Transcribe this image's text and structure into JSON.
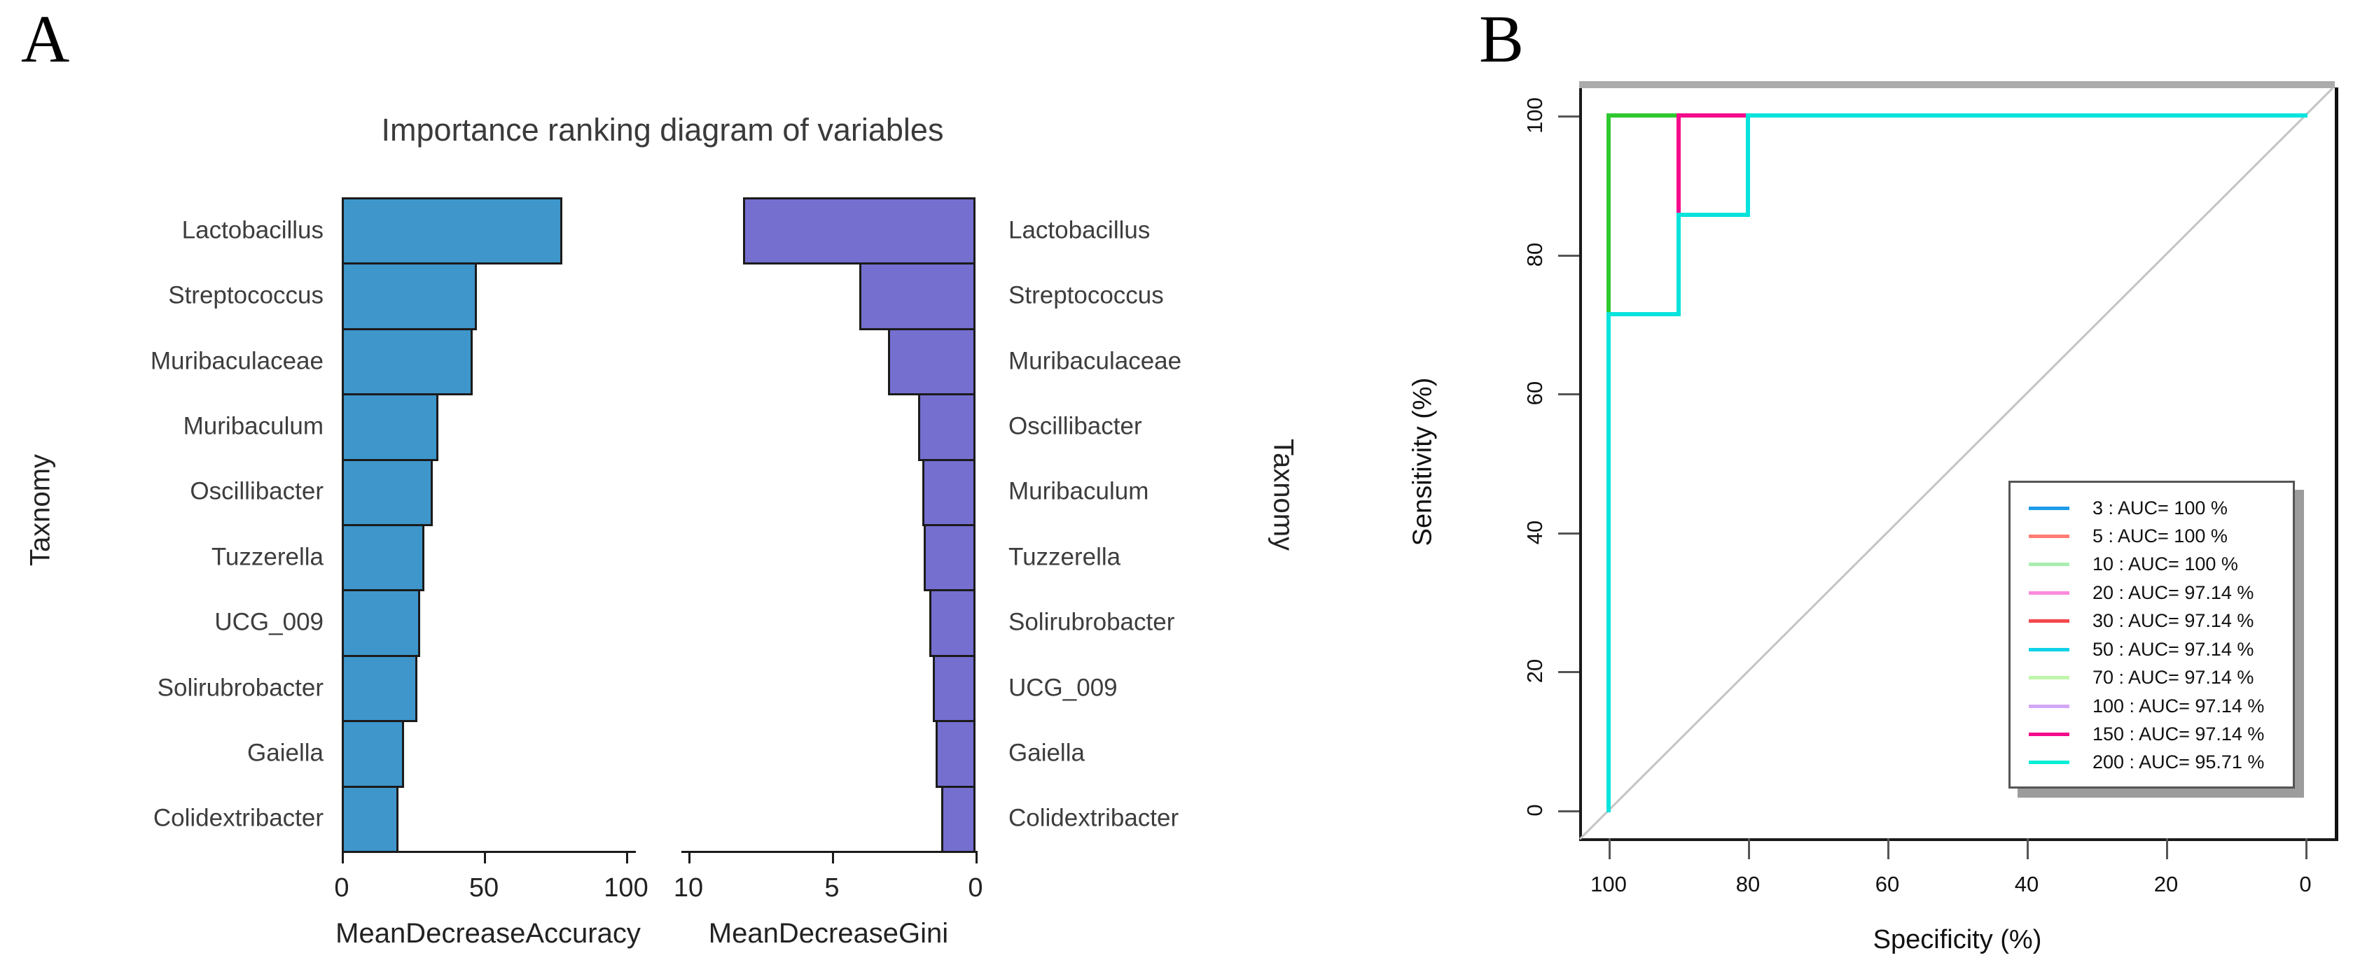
{
  "panel_a": {
    "letter": "A",
    "title": "Importance ranking diagram of variables",
    "taxonomy_label_left": "Taxnomy",
    "taxonomy_label_right": "Taxnomy",
    "accuracy_chart": {
      "xlabel": "MeanDecreaseAccuracy",
      "tick_labels": [
        "0",
        "50",
        "100"
      ],
      "bar_color": "#3E96CB",
      "categories": [
        "Lactobacillus",
        "Streptococcus",
        "Muribaculaceae",
        "Muribaculum",
        "Oscillibacter",
        "Tuzzerella",
        "UCG_009",
        "Solirubrobacter",
        "Gaiella",
        "Colidextribacter"
      ],
      "values": [
        77.5,
        47.5,
        46,
        34,
        32,
        29,
        27.5,
        26.5,
        22,
        20
      ]
    },
    "gini_chart": {
      "xlabel": "MeanDecreaseGini",
      "tick_labels": [
        "10",
        "5",
        "0"
      ],
      "bar_color": "#756FD0",
      "categories": [
        "Lactobacillus",
        "Streptococcus",
        "Muribaculaceae",
        "Oscillibacter",
        "Muribaculum",
        "Tuzzerella",
        "Solirubrobacter",
        "UCG_009",
        "Gaiella",
        "Colidextribacter"
      ],
      "values": [
        8.1,
        4.05,
        3.05,
        2.0,
        1.85,
        1.8,
        1.6,
        1.5,
        1.4,
        1.2
      ]
    }
  },
  "panel_b": {
    "letter": "B",
    "xlabel": "Specificity (%)",
    "ylabel": "Sensitivity (%)",
    "x_tick_labels": [
      "100",
      "80",
      "60",
      "40",
      "20",
      "0"
    ],
    "y_tick_labels": [
      "0",
      "20",
      "40",
      "60",
      "80",
      "100"
    ],
    "box_top_color": "#ABABAB",
    "diagonal_color": "#C4C4C4",
    "legend": [
      {
        "label": "3 : AUC= 100 %",
        "color": "#1E9BE9"
      },
      {
        "label": "5 : AUC= 100 %",
        "color": "#FF7D75"
      },
      {
        "label": "10 : AUC= 100 %",
        "color": "#A8EEB0"
      },
      {
        "label": "20 : AUC= 97.14 %",
        "color": "#FB8BDE"
      },
      {
        "label": "30 : AUC= 97.14 %",
        "color": "#F4484F"
      },
      {
        "label": "50 : AUC= 97.14 %",
        "color": "#0FD2E8"
      },
      {
        "label": "70 : AUC= 97.14 %",
        "color": "#BFF6AA"
      },
      {
        "label": "100 : AUC= 97.14 %",
        "color": "#D2A8F5"
      },
      {
        "label": "150 : AUC= 97.14 %",
        "color": "#F40A8C"
      },
      {
        "label": "200 : AUC= 95.71 %",
        "color": "#09EED6"
      }
    ],
    "visible_curves": [
      {
        "name": "green-roc-curve",
        "color": "#2FC82F",
        "points": [
          [
            90,
            100
          ],
          [
            100,
            100
          ],
          [
            100,
            71.43
          ]
        ]
      },
      {
        "name": "magenta-roc-curve",
        "color": "#F40A8C",
        "points": [
          [
            80,
            100
          ],
          [
            90,
            100
          ],
          [
            90,
            85.71
          ]
        ]
      },
      {
        "name": "cyan-roc-curve",
        "color": "#08E3DC",
        "points": [
          [
            100,
            0
          ],
          [
            100,
            71.43
          ],
          [
            90,
            71.43
          ],
          [
            90,
            85.71
          ],
          [
            80,
            85.71
          ],
          [
            80,
            100
          ],
          [
            0,
            100
          ]
        ]
      }
    ]
  },
  "chart_data": [
    {
      "type": "bar",
      "orientation": "horizontal",
      "title": "Importance ranking diagram of variables",
      "xlabel": "MeanDecreaseAccuracy",
      "ylabel": "Taxnomy",
      "categories": [
        "Lactobacillus",
        "Streptococcus",
        "Muribaculaceae",
        "Muribaculum",
        "Oscillibacter",
        "Tuzzerella",
        "UCG_009",
        "Solirubrobacter",
        "Gaiella",
        "Colidextribacter"
      ],
      "values": [
        77.5,
        47.5,
        46,
        34,
        32,
        29,
        27.5,
        26.5,
        22,
        20
      ],
      "xlim": [
        0,
        100
      ],
      "xticks": [
        0,
        50,
        100
      ],
      "bar_color": "#3E96CB"
    },
    {
      "type": "bar",
      "orientation": "horizontal",
      "title": "Importance ranking diagram of variables",
      "xlabel": "MeanDecreaseGini",
      "ylabel": "Taxnomy",
      "categories": [
        "Lactobacillus",
        "Streptococcus",
        "Muribaculaceae",
        "Oscillibacter",
        "Muribaculum",
        "Tuzzerella",
        "Solirubrobacter",
        "UCG_009",
        "Gaiella",
        "Colidextribacter"
      ],
      "values": [
        8.1,
        4.05,
        3.05,
        2.0,
        1.85,
        1.8,
        1.6,
        1.5,
        1.4,
        1.2
      ],
      "xlim": [
        10,
        0
      ],
      "x_axis_reversed": true,
      "xticks": [
        10,
        5,
        0
      ],
      "bar_color": "#756FD0"
    },
    {
      "type": "line",
      "title": "ROC curves by number of trees",
      "xlabel": "Specificity (%)",
      "ylabel": "Sensitivity (%)",
      "x_axis_reversed": true,
      "xticks": [
        100,
        80,
        60,
        40,
        20,
        0
      ],
      "yticks": [
        0,
        20,
        40,
        60,
        80,
        100
      ],
      "grid": false,
      "legend_position": "inset lower-right",
      "diagonal_reference_line": true,
      "series": [
        {
          "name": "3 : AUC= 100 %",
          "color": "#1E9BE9",
          "points": [
            [
              100,
              0
            ],
            [
              100,
              100
            ],
            [
              0,
              100
            ]
          ]
        },
        {
          "name": "5 : AUC= 100 %",
          "color": "#FF7D75",
          "points": [
            [
              100,
              0
            ],
            [
              100,
              100
            ],
            [
              0,
              100
            ]
          ]
        },
        {
          "name": "10 : AUC= 100 %",
          "color": "#A8EEB0",
          "points": [
            [
              100,
              0
            ],
            [
              100,
              100
            ],
            [
              0,
              100
            ]
          ]
        },
        {
          "name": "20 : AUC= 97.14 %",
          "color": "#FB8BDE",
          "points": [
            [
              100,
              0
            ],
            [
              100,
              85.71
            ],
            [
              90,
              85.71
            ],
            [
              90,
              100
            ],
            [
              0,
              100
            ]
          ]
        },
        {
          "name": "30 : AUC= 97.14 %",
          "color": "#F4484F",
          "points": [
            [
              100,
              0
            ],
            [
              100,
              85.71
            ],
            [
              90,
              85.71
            ],
            [
              90,
              100
            ],
            [
              0,
              100
            ]
          ]
        },
        {
          "name": "50 : AUC= 97.14 %",
          "color": "#0FD2E8",
          "points": [
            [
              100,
              0
            ],
            [
              100,
              85.71
            ],
            [
              90,
              85.71
            ],
            [
              90,
              100
            ],
            [
              0,
              100
            ]
          ]
        },
        {
          "name": "70 : AUC= 97.14 %",
          "color": "#BFF6AA",
          "points": [
            [
              100,
              0
            ],
            [
              100,
              85.71
            ],
            [
              90,
              85.71
            ],
            [
              90,
              100
            ],
            [
              0,
              100
            ]
          ]
        },
        {
          "name": "100 : AUC= 97.14 %",
          "color": "#D2A8F5",
          "points": [
            [
              100,
              0
            ],
            [
              100,
              85.71
            ],
            [
              90,
              85.71
            ],
            [
              90,
              100
            ],
            [
              0,
              100
            ]
          ]
        },
        {
          "name": "150 : AUC= 97.14 %",
          "color": "#F40A8C",
          "points": [
            [
              100,
              0
            ],
            [
              100,
              85.71
            ],
            [
              90,
              85.71
            ],
            [
              90,
              100
            ],
            [
              0,
              100
            ]
          ]
        },
        {
          "name": "200 : AUC= 95.71 %",
          "color": "#09EED6",
          "points": [
            [
              100,
              0
            ],
            [
              100,
              71.43
            ],
            [
              90,
              71.43
            ],
            [
              90,
              85.71
            ],
            [
              80,
              85.71
            ],
            [
              80,
              100
            ],
            [
              0,
              100
            ]
          ]
        }
      ]
    }
  ]
}
